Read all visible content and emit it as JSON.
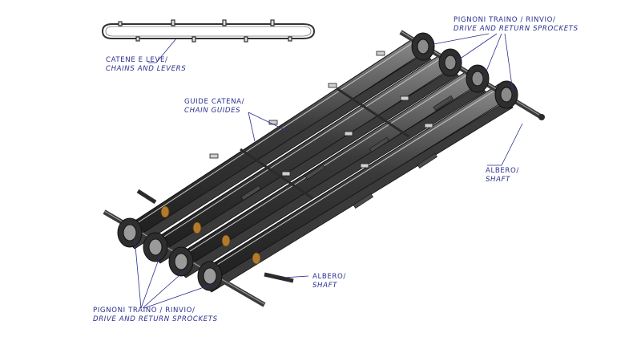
{
  "labels": {
    "chains": {
      "it": "CATENE E LEVE/",
      "en": "CHAINS AND LEVERS"
    },
    "guides": {
      "it": "GUIDE CATENA/",
      "en": "CHAIN GUIDES"
    },
    "sprockets_top": {
      "it": "PIGNONI TRAINO / RINVIO/",
      "en": "DRIVE AND RETURN SPROCKETS"
    },
    "shaft_right": {
      "it": "ALBERO/",
      "en": "SHAFT"
    },
    "shaft_bottom": {
      "it": "ALBERO/",
      "en": "SHAFT"
    },
    "sprockets_bottom": {
      "it": "PIGNONI TRAINO / RINVIO/",
      "en": "DRIVE AND RETURN SPROCKETS"
    }
  },
  "colors": {
    "label": "#2a2f8c",
    "leader": "#2a2f8c",
    "metal_dark": "#2b2b2b",
    "metal_mid": "#5a5a5a",
    "metal_light": "#a9a9a9",
    "bronze": "#b27a2e"
  }
}
